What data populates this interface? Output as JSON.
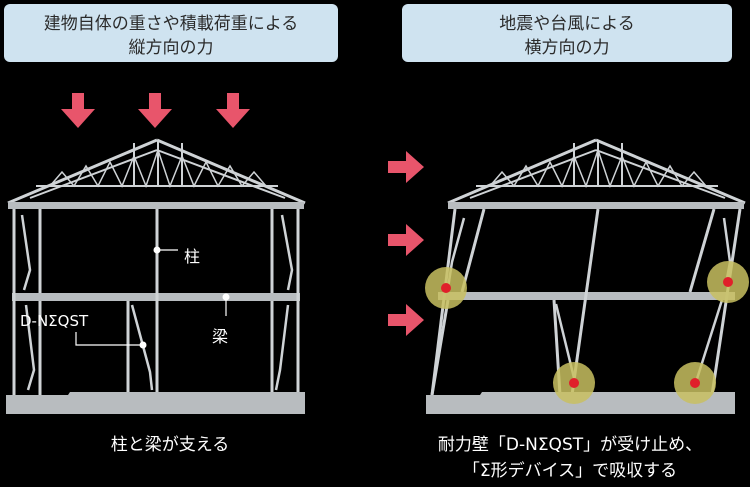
{
  "left_panel": {
    "title_line1": "建物自体の重さや積載荷重による",
    "title_line2": "縦方向の力",
    "caption": "柱と梁が支える",
    "label_pillar": "柱",
    "label_beam": "梁",
    "label_dnqst": "D-NΣQST"
  },
  "right_panel": {
    "title_line1": "地震や台風による",
    "title_line2": "横方向の力",
    "caption_line1": "耐力壁「D-NΣQST」が受け止め、",
    "caption_line2": "「Σ形デバイス」で吸収する"
  },
  "colors": {
    "box_bg": "#cfe3f0",
    "arrow": "#e8556b",
    "frame": "#cfd3d6",
    "floor": "#b8bcbf",
    "highlight": "#c8c060",
    "device": "#e0202a"
  },
  "icons": [
    "arrow-down-icon",
    "arrow-right-icon"
  ]
}
